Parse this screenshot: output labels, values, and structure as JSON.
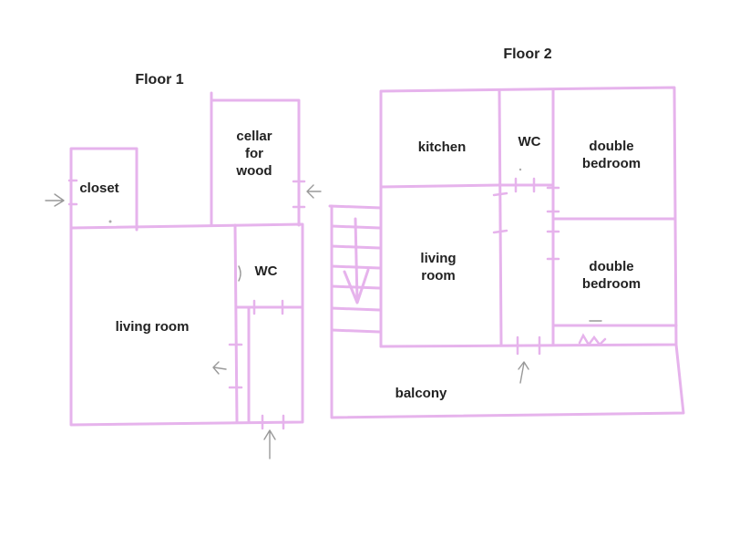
{
  "colors": {
    "wall": "#e6b3ec",
    "arrow": "#999999",
    "text": "#222222",
    "background": "#ffffff"
  },
  "floor1": {
    "title": "Floor 1",
    "rooms": {
      "closet": "closet",
      "cellar": [
        "cellar",
        "for",
        "wood"
      ],
      "wc": "WC",
      "living_room": "living room"
    }
  },
  "floor2": {
    "title": "Floor 2",
    "rooms": {
      "kitchen": "kitchen",
      "wc": "WC",
      "double_bedroom_top": [
        "double",
        "bedroom"
      ],
      "living_room": [
        "living",
        "room"
      ],
      "double_bedroom_bottom": [
        "double",
        "bedroom"
      ],
      "balcony": "balcony"
    }
  },
  "icons": {
    "entry_arrows": [
      "arrow-right-icon",
      "arrow-left-icon",
      "arrow-up-icon"
    ],
    "stairs": "stairs-arrow-down-icon"
  }
}
